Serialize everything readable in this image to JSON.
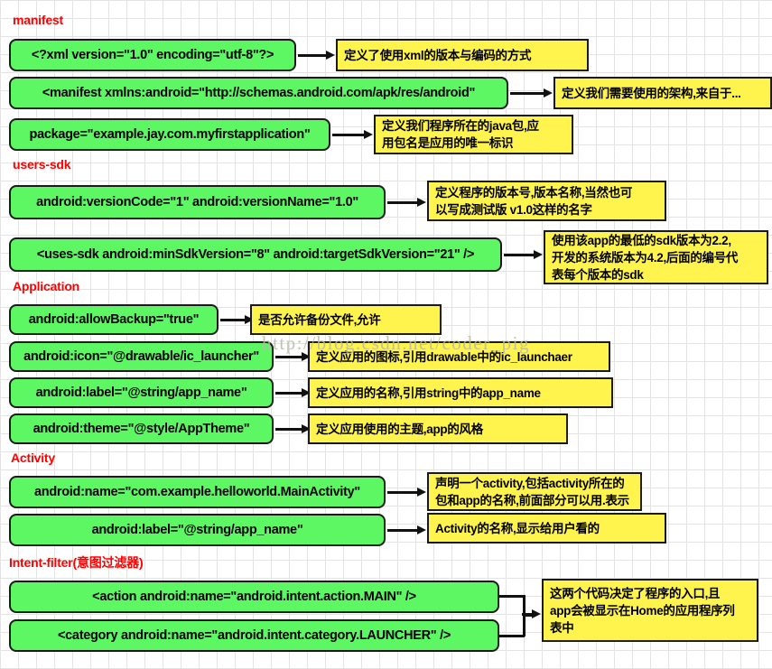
{
  "watermark": "http://blog.csdn.net/coder_pig",
  "colors": {
    "code_box": "#5cf763",
    "note_box": "#fff34d",
    "section_label": "#ff0000",
    "outline": "#1a1a1a",
    "grid": "#e3e3e3",
    "background": "#ffffff"
  },
  "sections": [
    {
      "id": "manifest",
      "label": "manifest"
    },
    {
      "id": "users-sdk",
      "label": "users-sdk"
    },
    {
      "id": "application",
      "label": "Application"
    },
    {
      "id": "activity",
      "label": "Activity"
    },
    {
      "id": "intent-filter",
      "label": "Intent-filter(意图过滤器)"
    }
  ],
  "code_boxes": [
    {
      "id": "xml-decl",
      "text": "<?xml version=\"1.0\" encoding=\"utf-8\"?>"
    },
    {
      "id": "manifest-tag",
      "text": "<manifest xmlns:android=\"http://schemas.android.com/apk/res/android\""
    },
    {
      "id": "package",
      "text": "package=\"example.jay.com.myfirstapplication\""
    },
    {
      "id": "version",
      "text": "android:versionCode=\"1\"     android:versionName=\"1.0\""
    },
    {
      "id": "uses-sdk",
      "text": "<uses-sdk  android:minSdkVersion=\"8\"  android:targetSdkVersion=\"21\" />"
    },
    {
      "id": "allow-backup",
      "text": "android:allowBackup=\"true\""
    },
    {
      "id": "app-icon",
      "text": "android:icon=\"@drawable/ic_launcher\""
    },
    {
      "id": "app-label",
      "text": "android:label=\"@string/app_name\""
    },
    {
      "id": "app-theme",
      "text": "android:theme=\"@style/AppTheme\""
    },
    {
      "id": "activity-name",
      "text": "android:name=\"com.example.helloworld.MainActivity\""
    },
    {
      "id": "activity-label",
      "text": "android:label=\"@string/app_name\""
    },
    {
      "id": "action-main",
      "text": "<action android:name=\"android.intent.action.MAIN\" />"
    },
    {
      "id": "category-launcher",
      "text": "<category android:name=\"android.intent.category.LAUNCHER\" />"
    }
  ],
  "notes": [
    {
      "id": "note-xml-decl",
      "lines": [
        "定义了使用xml的版本与编码的方式"
      ]
    },
    {
      "id": "note-manifest",
      "lines": [
        "定义我们需要使用的架构,来自于..."
      ]
    },
    {
      "id": "note-package",
      "lines": [
        "定义我们程序所在的java包,应",
        "用包名是应用的唯一标识"
      ]
    },
    {
      "id": "note-version",
      "lines": [
        "定义程序的版本号,版本名称,当然也可",
        "以写成测试版 v1.0这样的名字"
      ]
    },
    {
      "id": "note-uses-sdk",
      "lines": [
        "使用该app的最低的sdk版本为2.2,",
        "开发的系统版本为4.2,后面的编号代",
        "表每个版本的sdk"
      ]
    },
    {
      "id": "note-allow-backup",
      "lines": [
        "是否允许备份文件,允许"
      ]
    },
    {
      "id": "note-app-icon",
      "lines": [
        "定义应用的图标,引用drawable中的ic_launchaer"
      ]
    },
    {
      "id": "note-app-label",
      "lines": [
        "定义应用的名称,引用string中的app_name"
      ]
    },
    {
      "id": "note-app-theme",
      "lines": [
        "定义应用使用的主题,app的风格"
      ]
    },
    {
      "id": "note-activity-name",
      "lines": [
        "声明一个activity,包括activity所在的",
        "包和app的名称,前面部分可以用.表示"
      ]
    },
    {
      "id": "note-activity-label",
      "lines": [
        "Activity的名称,显示给用户看的"
      ]
    },
    {
      "id": "note-intent-filter",
      "lines": [
        "这两个代码决定了程序的入口,且",
        "app会被显示在Home的应用程序列",
        "表中"
      ]
    }
  ]
}
